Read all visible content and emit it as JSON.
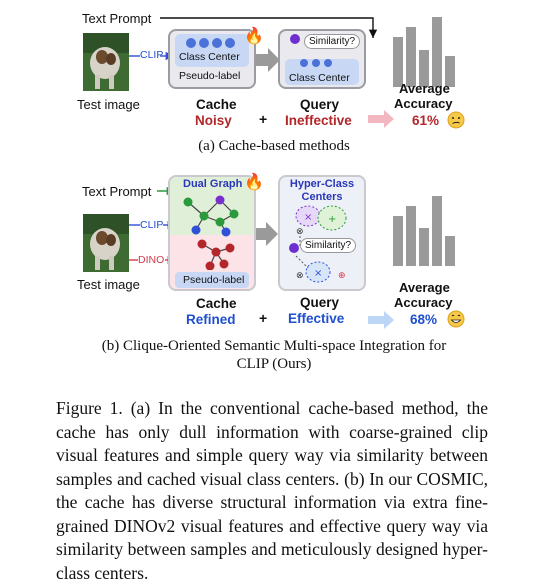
{
  "panel_a": {
    "text_prompt": "Text Prompt",
    "clip_tag": "CLIP",
    "test_image_label": "Test image",
    "cache_box": {
      "class_center": "Class Center",
      "pseudo_label": "Pseudo-label"
    },
    "query_box": {
      "similarity": "Similarity?",
      "class_center": "Class Center"
    },
    "cache_title": "Cache",
    "cache_status": "Noisy",
    "plus": "+",
    "query_title": "Query",
    "query_status": "Ineffective",
    "avg_acc_line1": "Average",
    "avg_acc_line2": "Accuracy",
    "accuracy": "61%",
    "emoji_icon": "confused-face",
    "caption": "(a) Cache-based methods"
  },
  "panel_b": {
    "text_prompt": "Text Prompt",
    "clip_tag": "CLIP",
    "dino_tag": "DINO",
    "test_image_label": "Test image",
    "dual_graph": "Dual Graph",
    "pseudo_label": "Pseudo-label",
    "hyper_class_line1": "Hyper-Class",
    "hyper_class_line2": "Centers",
    "similarity": "Similarity?",
    "cache_title": "Cache",
    "cache_status": "Refined",
    "plus": "+",
    "query_title": "Query",
    "query_status": "Effective",
    "avg_acc_line1": "Average",
    "avg_acc_line2": "Accuracy",
    "accuracy": "68%",
    "emoji_icon": "grinning-face",
    "caption_line1": "(b) Clique-Oriented Semantic Multi-space Integration for",
    "caption_line2": "CLIP (Ours)"
  },
  "colors": {
    "noisy": "#b3262a",
    "effective": "#1f4fd0",
    "bar": "#9a9a9a"
  },
  "figure_caption": "Figure 1. (a) In the conventional cache-based method, the cache has only dull information with coarse-grained clip visual features and simple query way via similarity between samples and cached visual class centers. (b) In our COSMIC, the cache has diverse structural information via extra fine-grained DINOv2 visual features and effective query way via similarity between samples and meticulously designed hyper-class centers."
}
